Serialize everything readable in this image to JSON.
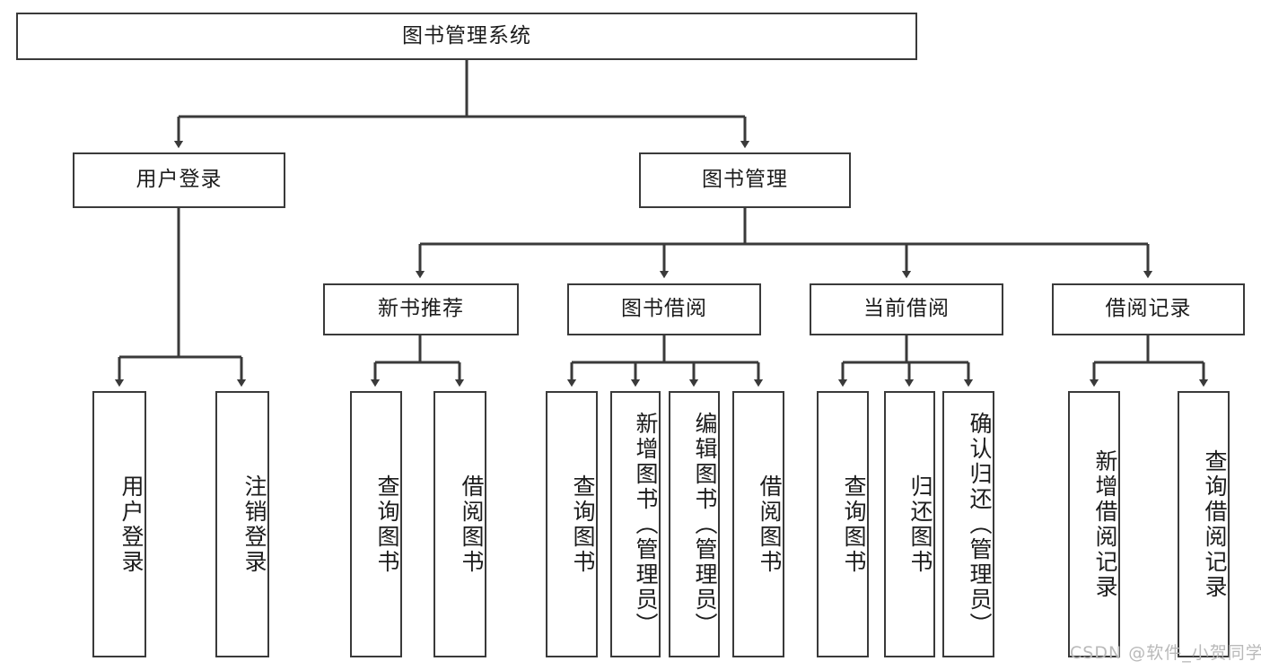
{
  "diagram": {
    "type": "tree-hierarchy-diagram",
    "title": "图书管理系统",
    "colors": {
      "stroke": "#3a3a3a",
      "fill": "#ffffff",
      "text": "#1c1c1c",
      "watermark": "#b9b9b9"
    },
    "levels": {
      "level1": [
        "图书管理系统"
      ],
      "level2": [
        "用户登录",
        "图书管理"
      ],
      "level3": [
        "新书推荐",
        "图书借阅",
        "当前借阅",
        "借阅记录"
      ],
      "level4": [
        "用户登录",
        "注销登录",
        "查询图书",
        "借阅图书",
        "查询图书",
        "新增图书（管理员）",
        "编辑图书（管理员）",
        "借阅图书",
        "查询图书",
        "归还图书",
        "确认归还（管理员）",
        "新增借阅记录",
        "查询借阅记录"
      ]
    },
    "nodes": {
      "root": {
        "label": "图书管理系统"
      },
      "user_login": {
        "label": "用户登录"
      },
      "book_manage": {
        "label": "图书管理"
      },
      "new_book_rec": {
        "label": "新书推荐"
      },
      "book_borrow": {
        "label": "图书借阅"
      },
      "current_borrow": {
        "label": "当前借阅"
      },
      "borrow_record": {
        "label": "借阅记录"
      },
      "leaf_user_login": {
        "label": "用户登录"
      },
      "leaf_logout": {
        "label": "注销登录"
      },
      "leaf_query_book_a": {
        "label": "查询图书"
      },
      "leaf_borrow_book_a": {
        "label": "借阅图书"
      },
      "leaf_query_book_b": {
        "label": "查询图书"
      },
      "leaf_add_book": {
        "label": "新增图书（管理员）"
      },
      "leaf_edit_book": {
        "label": "编辑图书（管理员）"
      },
      "leaf_borrow_book_b": {
        "label": "借阅图书"
      },
      "leaf_query_book_c": {
        "label": "查询图书"
      },
      "leaf_return_book": {
        "label": "归还图书"
      },
      "leaf_confirm_return": {
        "label": "确认归还（管理员）"
      },
      "leaf_add_record": {
        "label": "新增借阅记录"
      },
      "leaf_query_record": {
        "label": "查询借阅记录"
      }
    },
    "edges": [
      {
        "from": "root",
        "to": "user_login"
      },
      {
        "from": "root",
        "to": "book_manage"
      },
      {
        "from": "user_login",
        "to": "leaf_user_login"
      },
      {
        "from": "user_login",
        "to": "leaf_logout"
      },
      {
        "from": "book_manage",
        "to": "new_book_rec"
      },
      {
        "from": "book_manage",
        "to": "book_borrow"
      },
      {
        "from": "book_manage",
        "to": "current_borrow"
      },
      {
        "from": "book_manage",
        "to": "borrow_record"
      },
      {
        "from": "new_book_rec",
        "to": "leaf_query_book_a"
      },
      {
        "from": "new_book_rec",
        "to": "leaf_borrow_book_a"
      },
      {
        "from": "book_borrow",
        "to": "leaf_query_book_b"
      },
      {
        "from": "book_borrow",
        "to": "leaf_add_book"
      },
      {
        "from": "book_borrow",
        "to": "leaf_edit_book"
      },
      {
        "from": "book_borrow",
        "to": "leaf_borrow_book_b"
      },
      {
        "from": "current_borrow",
        "to": "leaf_query_book_c"
      },
      {
        "from": "current_borrow",
        "to": "leaf_return_book"
      },
      {
        "from": "current_borrow",
        "to": "leaf_confirm_return"
      },
      {
        "from": "borrow_record",
        "to": "leaf_add_record"
      },
      {
        "from": "borrow_record",
        "to": "leaf_query_record"
      }
    ],
    "watermark": "CSDN @软件_小贺同学"
  }
}
